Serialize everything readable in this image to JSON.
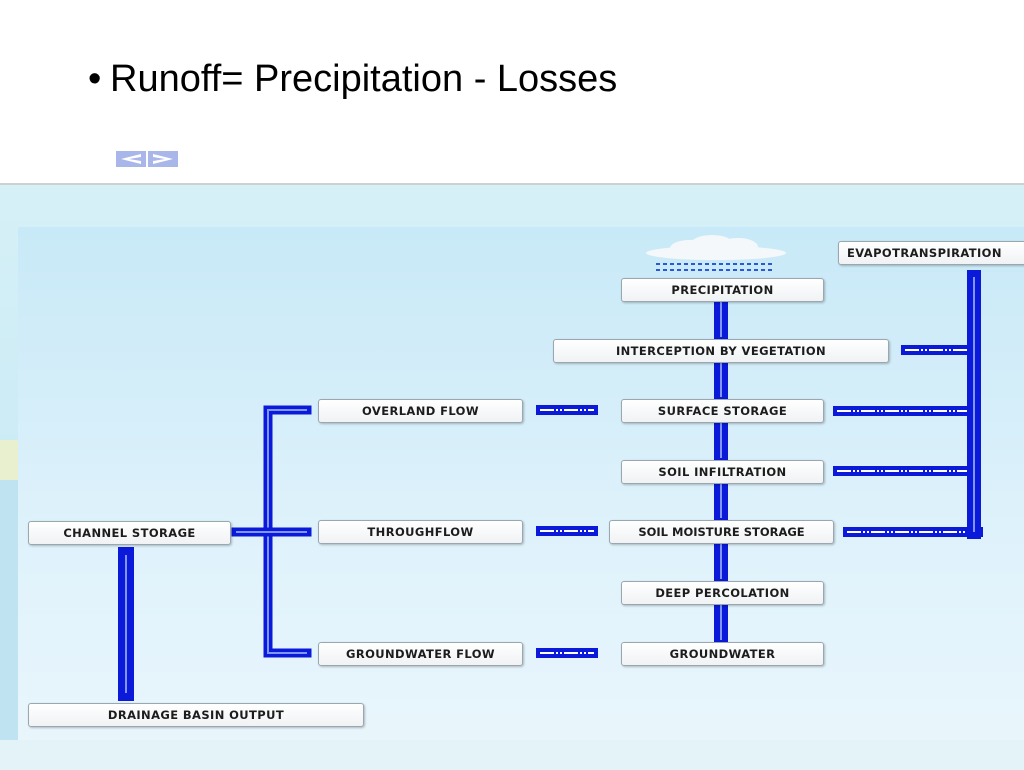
{
  "slide": {
    "bullet_symbol": "•",
    "bullet_text": "Runoff= Precipitation - Losses",
    "nav_prev": "<",
    "nav_next": ">"
  },
  "diagram": {
    "boxes": {
      "precipitation": "PRECIPITATION",
      "interception": "INTERCEPTION BY VEGETATION",
      "surface_storage": "SURFACE STORAGE",
      "soil_infiltration": "SOIL INFILTRATION",
      "soil_moisture": "SOIL MOISTURE STORAGE",
      "deep_percolation": "DEEP PERCOLATION",
      "groundwater": "GROUNDWATER",
      "overland_flow": "OVERLAND FLOW",
      "throughflow": "THROUGHFLOW",
      "groundwater_flow": "GROUNDWATER FLOW",
      "channel_storage": "CHANNEL STORAGE",
      "drainage_output": "DRAINAGE BASIN OUTPUT",
      "evapotranspiration": "EVAPOTRANSPIRATION"
    },
    "colors": {
      "pipe": "#0a1ad8",
      "pipe_highlight": "#7f95ff",
      "cloud": "#f4f8fb",
      "rain": "#2b57d8"
    }
  }
}
